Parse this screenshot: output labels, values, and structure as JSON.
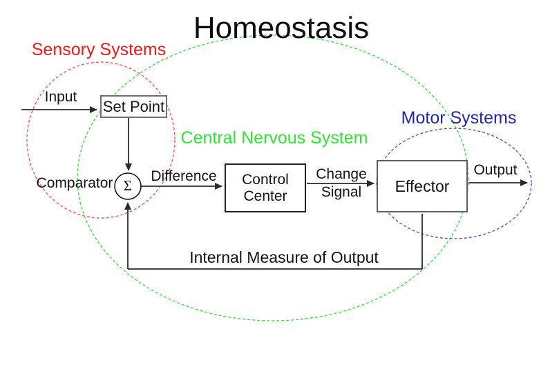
{
  "title": "Homeostasis",
  "regions": {
    "sensory": {
      "label": "Sensory Systems",
      "color": "#f21717"
    },
    "central": {
      "label": "Central Nervous System",
      "color": "#30e430"
    },
    "motor": {
      "label": "Motor Systems",
      "color": "#2424b0"
    }
  },
  "nodes": {
    "set_point": {
      "label": "Set Point"
    },
    "comparator": {
      "label": "Comparator",
      "symbol": "Σ"
    },
    "control_center": {
      "line1": "Control",
      "line2": "Center"
    },
    "effector": {
      "label": "Effector"
    }
  },
  "signals": {
    "input": "Input",
    "difference": "Difference",
    "change_line1": "Change",
    "change_line2": "Signal",
    "output": "Output",
    "feedback": "Internal Measure of Output"
  },
  "colors": {
    "sensory_ellipse": "#ff5252",
    "central_ellipse": "#3ede3e",
    "motor_ellipse": "#5555e0",
    "line": "#2a2a2a",
    "text": "#141414",
    "background": "#ffffff"
  }
}
